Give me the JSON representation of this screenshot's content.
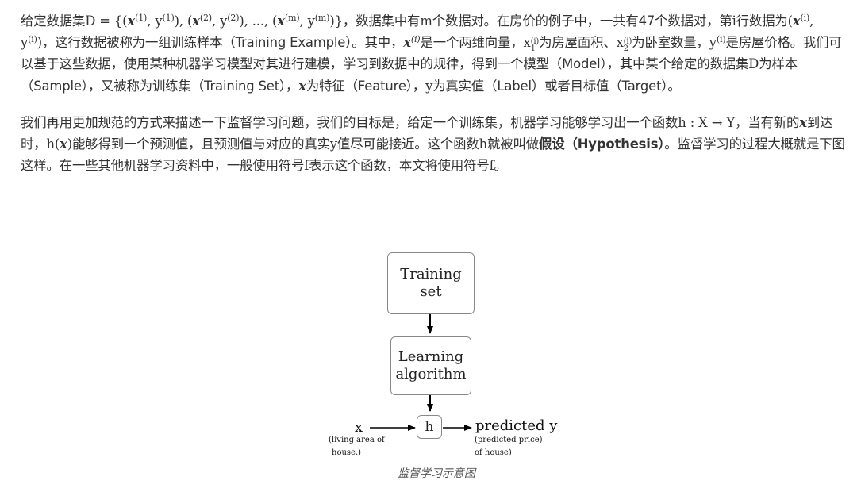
{
  "paragraph1": {
    "p1": "给定数据集",
    "D": "D",
    "eq": " = {(",
    "x": "x",
    "sup1": "(1)",
    "y": "y",
    "comma": ", ",
    "close_open": "), (",
    "sup2": "(2)",
    "ellipsis": "), ..., (",
    "supm": "(m)",
    "close_set": ")}",
    "p2": "，数据集中有",
    "m": "m",
    "p3": "个数据对。在房价的例子中，一共有47个数据对，第",
    "i": "i",
    "p4": "行数据为",
    "open": "(",
    "supi": "(i)",
    "close": ")",
    "p5": "，这行数据被称为一组训练样本（Training Example）。其中，",
    "supi_italic": "(i)",
    "p6": "是一个两维向量，",
    "x1_sub": "1",
    "p7": "为房屋面积、",
    "x2_sub": "2",
    "p8": "为卧室数量，",
    "p9": "是房屋价格。我们可以基于这些数据，使用某种机器学习模型对其进行建模，学习到数据中的规律，得到一个模型（Model），其中某个给定的数据集",
    "p10": "为样本（Sample），又被称为训练集（Training Set），",
    "p11": "为特征（Feature），",
    "p12": "为真实值（Label）或者目标值（Target）。"
  },
  "paragraph2": {
    "p1": "我们再用更加规范的方式来描述一下监督学习问题，我们的目标是，给定一个训练集，机器学习能够学习出一个函数",
    "func": "h : X → Y",
    "p2": "，当有新的",
    "x": "x",
    "p3": "到达时，",
    "hx_open": "h(",
    "hx_close": ")",
    "p4": "能够得到一个预测值，且预测值与对应的真实",
    "y": "y",
    "p5": "值尽可能接近。这个函数",
    "h": "h",
    "p6": "就被叫做",
    "bold": "假设（Hypothesis）",
    "p7": "。监督学习的过程大概就是下图这样。在一些其他机器学习资料中，一般使用符号",
    "f": "f",
    "p8": "表示这个函数，本文将使用符号",
    "f2": "f",
    "p9": "。"
  },
  "figure": {
    "training_line1": "Training",
    "training_line2": "set",
    "learning_line1": "Learning",
    "learning_line2": "algorithm",
    "h_label": "h",
    "x_label": "x",
    "x_note_line1": "(living area of",
    "x_note_line2": "house.)",
    "out_label": "predicted y",
    "out_note_line1": "(predicted price)",
    "out_note_line2": "of house)",
    "caption": "监督学习示意图"
  }
}
